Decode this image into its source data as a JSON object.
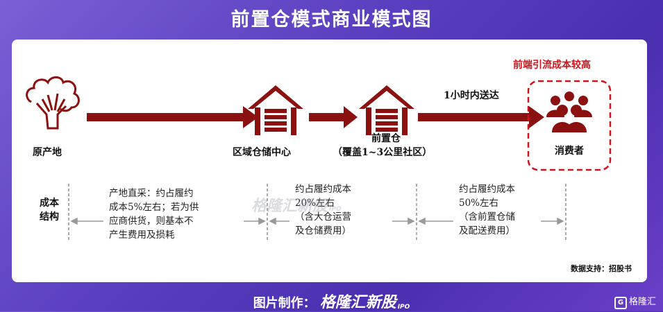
{
  "title": "前置仓模式商业模式图",
  "diagram": {
    "nodes": {
      "origin": "原产地",
      "regional_center": "区域仓储中心",
      "front_warehouse": "前置仓",
      "front_warehouse_sub": "（覆盖1~3公里社区）",
      "consumer": "消费者"
    },
    "delivery_label": "1小时内送达",
    "high_cost_note": "前端引流成本较高",
    "cost_structure_label": "成本\n结构",
    "cost_notes": [
      "产地直采：约占履约\n成本5%左右；若为供\n应商供货，则基本不\n产生费用及损耗",
      "约占履约成本\n20%左右\n（含大仓运营\n及仓储费用）",
      "约占履约成本\n50%左右\n（含前置仓储\n及配送费用）"
    ],
    "source": "数据支持：招股书"
  },
  "watermark": {
    "text": "格隆汇新股",
    "suffix": "IPO"
  },
  "footer": {
    "prefix": "图片制作：",
    "brand": "格隆汇新股",
    "brand_suffix": "IPO"
  },
  "corner_logo": {
    "mark": "G",
    "text": "格隆汇"
  },
  "colors": {
    "arrow": "#8b1010",
    "red": "#d0141b",
    "background": "#5a3fc0"
  }
}
